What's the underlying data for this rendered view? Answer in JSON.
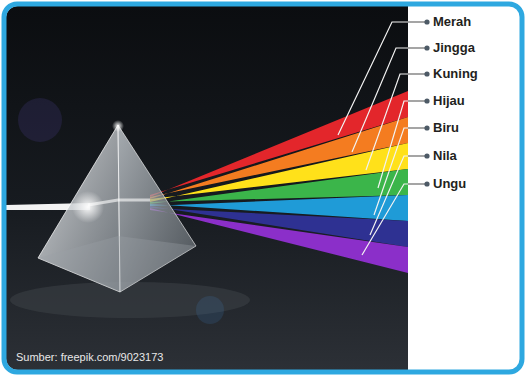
{
  "diagram": {
    "labels": [
      "Merah",
      "Jingga",
      "Kuning",
      "Hijau",
      "Biru",
      "Nila",
      "Ungu",
      "Sumber: freepik.com/9023173"
    ]
  }
}
